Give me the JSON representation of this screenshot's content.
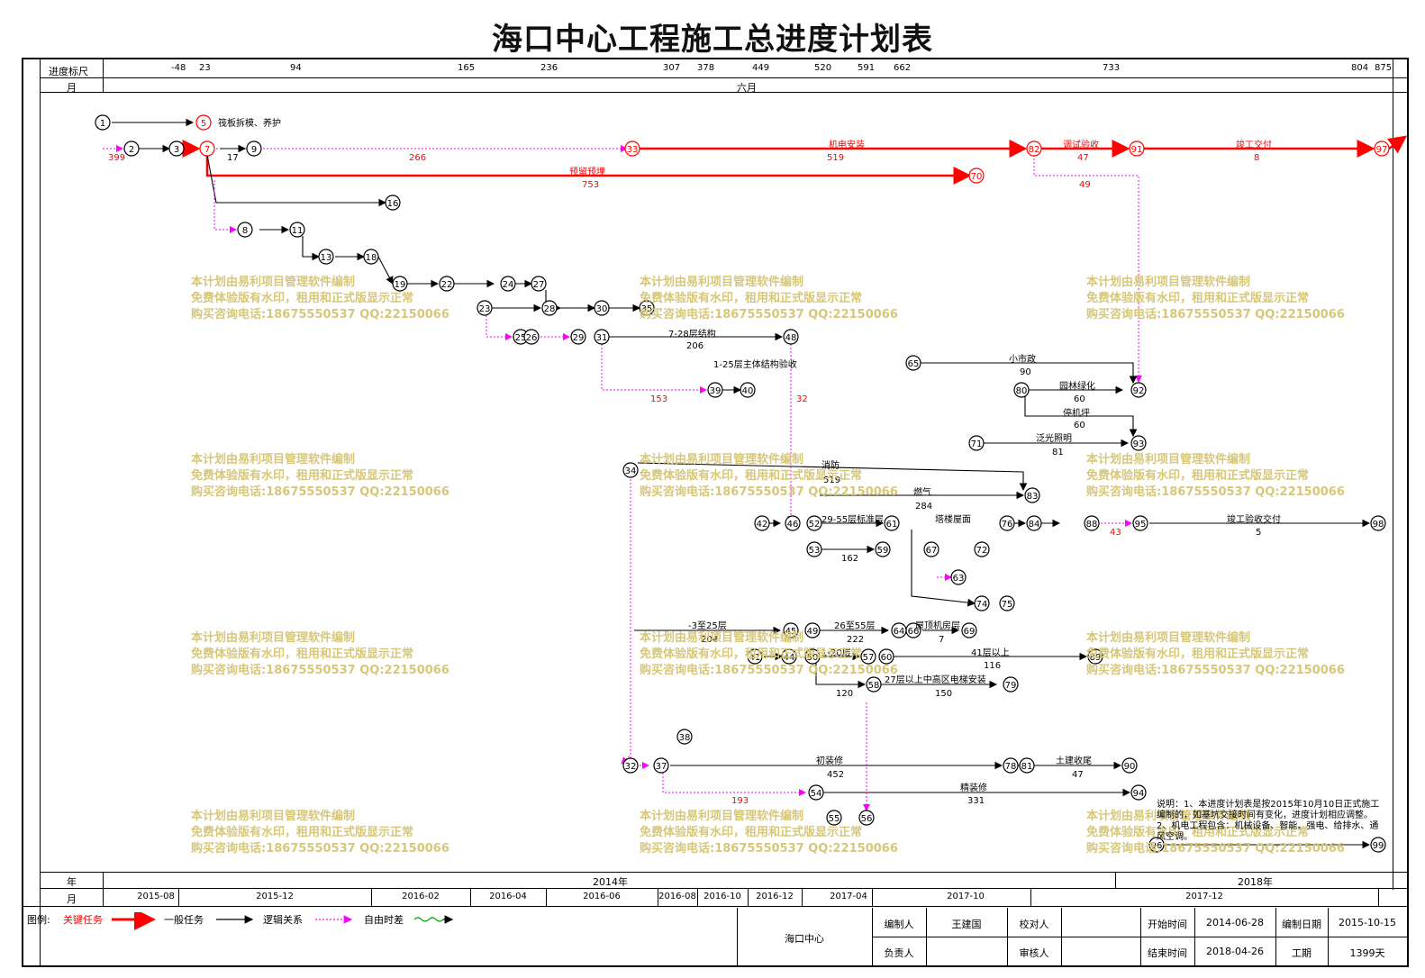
{
  "title": "海口中心工程施工总进度计划表",
  "scale_label": "进度标尺",
  "top_month_label": "月",
  "top_month": "六月",
  "ticks": [
    "-48",
    "23",
    "94",
    "165",
    "236",
    "307",
    "378",
    "449",
    "520",
    "591",
    "662",
    "733",
    "804",
    "875"
  ],
  "bottom_year_label": "年",
  "bottom_month_label": "月",
  "years": [
    "2014年",
    "2018年"
  ],
  "months": [
    "2015-08",
    "2015-12",
    "2016-02",
    "2016-04",
    "2016-06",
    "2016-08",
    "2016-10",
    "2016-12",
    "2017-04",
    "2017-10",
    "2017-12"
  ],
  "watermark": [
    "本计划由易利项目管理软件编制",
    "免费体验版有水印，租用和正式版显示正常",
    "购买咨询电话:18675550537 QQ:22150066"
  ],
  "main_tasks": {
    "mep": "机电安装",
    "mep_dur": "519",
    "commission": "调试验收",
    "commission_dur": "47",
    "handover": "竣工交付",
    "handover_dur": "8",
    "embed": "预留预埋",
    "embed_dur": "753",
    "float_266": "266",
    "float_399": "399",
    "float_49": "49",
    "tower_raft": "筏板拆模、养护",
    "tower_raft_dur": "17",
    "struct_7_28": "7-28层结构",
    "struct_7_28_dur": "206",
    "main_struct_acc": "1-25层主体结构验收",
    "float_153": "153",
    "float_32": "32",
    "municipal": "小市政",
    "municipal_dur": "90",
    "landscape": "园林绿化",
    "landscape_dur": "60",
    "parking": "停机坪",
    "parking_dur": "60",
    "floodlight": "泛光照明",
    "floodlight_dur": "81",
    "fire": "消防",
    "fire_dur": "519",
    "gas": "燃气",
    "gas_dur": "284",
    "roof": "塔楼屋面",
    "final_acc": "竣工验收交付",
    "final_acc_dur": "5",
    "std_floor": "29-55层标准层",
    "std_floor_dur": "162",
    "curtain": "-3至25层",
    "curtain_dur": "204",
    "curtain2": "26至55层",
    "curtain2_dur": "222",
    "curtain3": "41层以上",
    "curtain3_dur": "116",
    "elev1": "1-20层",
    "elev1_dur": "120",
    "elev2": "27层以上中高区电梯安装",
    "elev2_dur": "150",
    "roof_machine": "屋顶机房层",
    "roof_machine_dur": "7",
    "rough_fin": "初装修",
    "rough_fin_dur": "452",
    "fine_fin": "精装修",
    "fine_fin_dur": "331",
    "civil_close": "土建收尾",
    "civil_close_dur": "47",
    "float_193": "193",
    "float_43": "43"
  },
  "note": "说明：1、本进度计划表是按2015年10月10日正式施工编制的，如基坑交接时间有变化，进度计划相应调整。2、机电工程包含：机械设备、智能、强电、给排水、通风空调。",
  "legend": {
    "label": "图例:",
    "critical": "关键任务",
    "normal": "一般任务",
    "logic": "逻辑关系",
    "float": "自由时差"
  },
  "info": {
    "project": "海口中心",
    "editor_label": "编制人",
    "editor": "王建国",
    "checker_label": "校对人",
    "checker": "",
    "owner_label": "负责人",
    "owner": "",
    "reviewer_label": "审核人",
    "reviewer": "",
    "start_label": "开始时间",
    "start": "2014-06-28",
    "edit_date_label": "编制日期",
    "edit_date": "2015-10-15",
    "end_label": "结束时间",
    "end": "2018-04-26",
    "duration_label": "工期",
    "duration": "1399天"
  },
  "colors": {
    "critical": "#ff0000",
    "normal": "#000000",
    "logic": "#000000",
    "float": "#ff00ff",
    "watermark": "#d6c77a"
  }
}
